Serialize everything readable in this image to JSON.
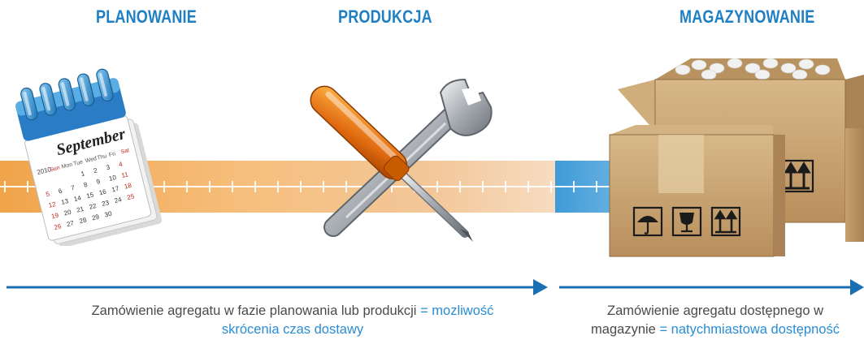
{
  "titles": {
    "planning": "PLANOWANIE",
    "production": "PRODUKCJA",
    "storage": "MAGAZYNOWANIE"
  },
  "calendar": {
    "month": "September",
    "year": "2010",
    "weekdays": [
      "Sun",
      "Mon",
      "Tue",
      "Wed",
      "Thu",
      "Fri",
      "Sat"
    ]
  },
  "icons": {
    "calendar": "calendar-icon",
    "tools": "screwdriver-wrench-icon",
    "boxes": "cardboard-boxes-icon",
    "umbrella": "umbrella-icon",
    "glass": "fragile-glass-icon",
    "this_side_up": "this-side-up-icon"
  },
  "descriptions": {
    "left": {
      "text": "Zamówienie agregatu w fazie planowania lub produkcji",
      "highlight_1": "= mozliwość",
      "highlight_2": "skrócenia czas dostawy"
    },
    "right": {
      "text_1": "Zamówienie agregatu dostępnego w",
      "text_2": "magazynie",
      "highlight": "= natychmiastowa dostępność"
    }
  },
  "colors": {
    "title": "#1f7fc4",
    "highlight": "#2a8cd4",
    "arrow": "#1a6fb3",
    "band_orange": "#f0a44a",
    "band_blue": "#3f9bd8",
    "text": "#4a4a4a"
  }
}
